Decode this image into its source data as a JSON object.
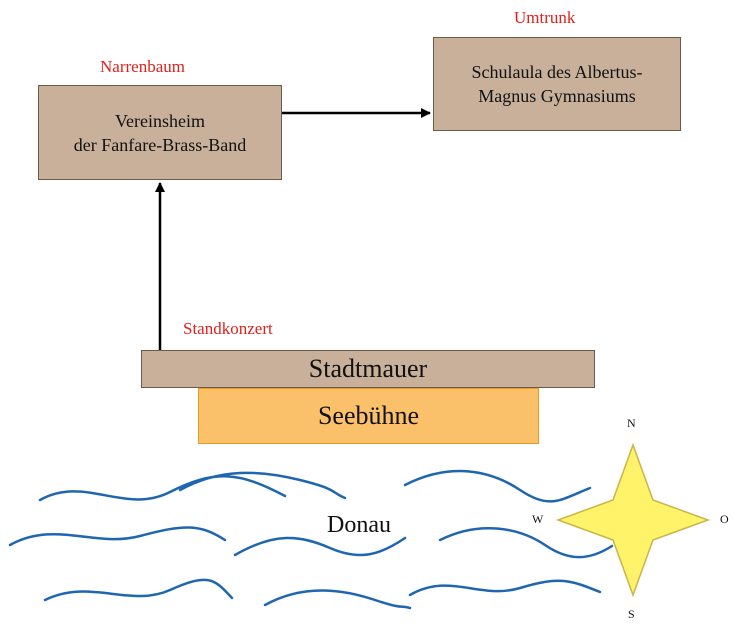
{
  "labels": {
    "narrenbaum": "Narrenbaum",
    "umtrunk": "Umtrunk",
    "standkonzert": "Standkonzert"
  },
  "boxes": {
    "vereinsheim": {
      "line1": "Vereinsheim",
      "line2": "der Fanfare-Brass-Band"
    },
    "schulaula": {
      "line1": "Schulaula des Albertus-",
      "line2": "Magnus Gymnasiums"
    },
    "stadtmauer": "Stadtmauer",
    "seebuehne": "Seebühne"
  },
  "river": {
    "name": "Donau"
  },
  "compass": {
    "north": "N",
    "south": "S",
    "west": "W",
    "east": "O"
  },
  "colors": {
    "label_red": "#e0201c",
    "box_fill": "#c8b09a",
    "stage_fill": "#fbc16a",
    "wave_blue": "#1f66b0",
    "compass_fill": "#fff36a"
  }
}
